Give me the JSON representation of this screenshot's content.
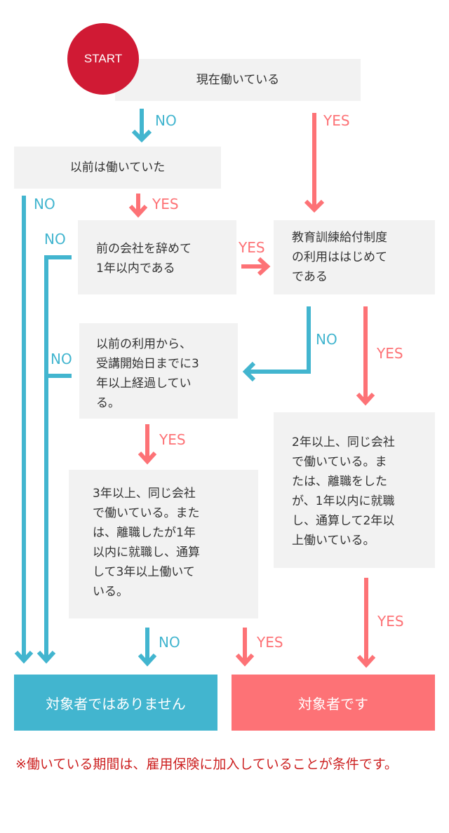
{
  "start": "START",
  "boxes": {
    "q1": "現在働いている",
    "q2": "以前は働いていた",
    "q3": "前の会社を辞めて\n1年以内である",
    "q4": "教育訓練給付制度\nの利用ははじめて\nである",
    "q5": "以前の利用から、\n受講開始日までに3\n年以上経過してい\nる。",
    "q6": "3年以上、同じ会社\nで働いている。また\nは、離職したが1年\n以内に就職し、通算\nして3年以上働いて\nいる。",
    "q7": "2年以上、同じ会社\nで働いている。ま\nたは、離職をした\nが、1年以内に就職\nし、通算して2年以\n上働いている。"
  },
  "labels": {
    "no": "NO",
    "yes": "YES"
  },
  "results": {
    "not_eligible": "対象者ではありません",
    "eligible": "対象者です"
  },
  "footnote": "※働いている期間は、雇用保険に加入していることが条件です。",
  "colors": {
    "start": "#d01a34",
    "no": "#42b5cf",
    "yes": "#fd7276",
    "box": "#f2f2f2",
    "footnote": "#cc1f1f"
  }
}
